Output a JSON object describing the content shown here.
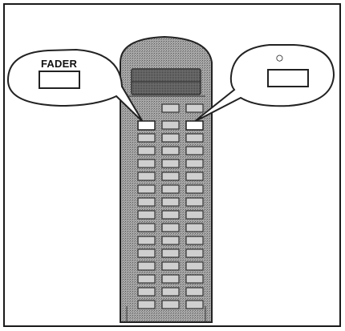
{
  "illustration": {
    "border_color": "#1a1a1a",
    "remote_body_color": "#9a9a9a",
    "button_fill_color": "#d0d0d0"
  },
  "callouts": {
    "left": {
      "label": "FADER",
      "button_name": "fader-button"
    },
    "right": {
      "label": "○",
      "button_name": "circle-button"
    }
  }
}
